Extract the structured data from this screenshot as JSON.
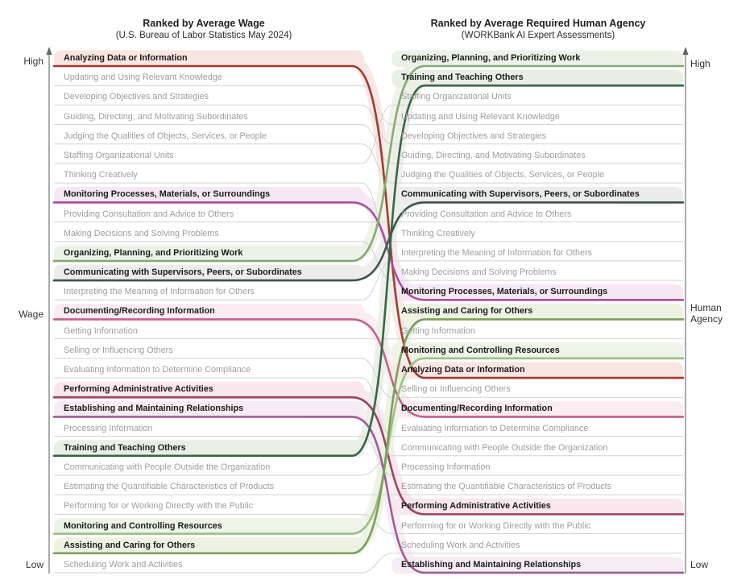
{
  "chart_data": {
    "type": "line",
    "subtype": "slopegraph_rank_comparison",
    "title_left": "Ranked by Average Wage",
    "subtitle_left": "(U.S. Bureau of Labor Statistics May 2024)",
    "title_right": "Ranked by Average Required Human Agency",
    "subtitle_right": "(WORKBank AI Expert Assessments)",
    "left_axis": {
      "high": "High",
      "mid": "Wage",
      "low": "Low"
    },
    "right_axis": {
      "high": "High",
      "mid": "Human Agency",
      "low": "Low"
    },
    "rank_range": [
      1,
      27
    ],
    "items": [
      {
        "label": "Analyzing Data or Information",
        "wage_rank": 1,
        "agency_rank": 17,
        "highlighted": true,
        "color": "#a23b31",
        "band": "#f8e6e3"
      },
      {
        "label": "Updating and Using Relevant Knowledge",
        "wage_rank": 2,
        "agency_rank": 4,
        "highlighted": false,
        "color": null,
        "band": null
      },
      {
        "label": "Developing Objectives and Strategies",
        "wage_rank": 3,
        "agency_rank": 5,
        "highlighted": false,
        "color": null,
        "band": null
      },
      {
        "label": "Guiding, Directing, and Motivating Subordinates",
        "wage_rank": 4,
        "agency_rank": 6,
        "highlighted": false,
        "color": null,
        "band": null
      },
      {
        "label": "Judging the Qualities of Objects, Services, or People",
        "wage_rank": 5,
        "agency_rank": 7,
        "highlighted": false,
        "color": null,
        "band": null
      },
      {
        "label": "Staffing Organizational Units",
        "wage_rank": 6,
        "agency_rank": 3,
        "highlighted": false,
        "color": null,
        "band": null
      },
      {
        "label": "Thinking Creatively",
        "wage_rank": 7,
        "agency_rank": 10,
        "highlighted": false,
        "color": null,
        "band": null
      },
      {
        "label": "Monitoring Processes, Materials, or Surroundings",
        "wage_rank": 8,
        "agency_rank": 13,
        "highlighted": true,
        "color": "#a8509e",
        "band": "#f5e8f3"
      },
      {
        "label": "Providing Consultation and Advice to Others",
        "wage_rank": 9,
        "agency_rank": 9,
        "highlighted": false,
        "color": null,
        "band": null
      },
      {
        "label": "Making Decisions and Solving Problems",
        "wage_rank": 10,
        "agency_rank": 12,
        "highlighted": false,
        "color": null,
        "band": null
      },
      {
        "label": "Organizing, Planning, and Prioritizing Work",
        "wage_rank": 11,
        "agency_rank": 1,
        "highlighted": true,
        "color": "#85aa77",
        "band": "#edf2e8"
      },
      {
        "label": "Communicating with Supervisors, Peers, or Subordinates",
        "wage_rank": 12,
        "agency_rank": 8,
        "highlighted": true,
        "color": "#40544a",
        "band": "#ececec"
      },
      {
        "label": "Interpreting the Meaning of Information for Others",
        "wage_rank": 13,
        "agency_rank": 11,
        "highlighted": false,
        "color": null,
        "band": null
      },
      {
        "label": "Documenting/Recording Information",
        "wage_rank": 14,
        "agency_rank": 19,
        "highlighted": true,
        "color": "#c5608b",
        "band": "#fbecf2"
      },
      {
        "label": "Getting Information",
        "wage_rank": 15,
        "agency_rank": 15,
        "highlighted": false,
        "color": null,
        "band": null
      },
      {
        "label": "Selling or Influencing Others",
        "wage_rank": 16,
        "agency_rank": 18,
        "highlighted": false,
        "color": null,
        "band": null
      },
      {
        "label": "Evaluating Information to Determine Compliance",
        "wage_rank": 17,
        "agency_rank": 20,
        "highlighted": false,
        "color": null,
        "band": null
      },
      {
        "label": "Performing Administrative Activities",
        "wage_rank": 18,
        "agency_rank": 24,
        "highlighted": true,
        "color": "#9e4264",
        "band": "#f8e7ed"
      },
      {
        "label": "Establishing and Maintaining Relationships",
        "wage_rank": 19,
        "agency_rank": 27,
        "highlighted": true,
        "color": "#9f5d95",
        "band": "#f5ecf4"
      },
      {
        "label": "Processing Information",
        "wage_rank": 20,
        "agency_rank": 22,
        "highlighted": false,
        "color": null,
        "band": null
      },
      {
        "label": "Training and Teaching Others",
        "wage_rank": 21,
        "agency_rank": 2,
        "highlighted": true,
        "color": "#3b6347",
        "band": "#e9efe5"
      },
      {
        "label": "Communicating with People Outside the Organization",
        "wage_rank": 22,
        "agency_rank": 21,
        "highlighted": false,
        "color": null,
        "band": null
      },
      {
        "label": "Estimating the Quantifiable Characteristics of Products",
        "wage_rank": 23,
        "agency_rank": 23,
        "highlighted": false,
        "color": null,
        "band": null
      },
      {
        "label": "Performing for or Working Directly with the Public",
        "wage_rank": 24,
        "agency_rank": 25,
        "highlighted": false,
        "color": null,
        "band": null
      },
      {
        "label": "Monitoring and Controlling Resources",
        "wage_rank": 25,
        "agency_rank": 16,
        "highlighted": true,
        "color": "#9cc083",
        "band": "#eff4e9"
      },
      {
        "label": "Assisting and Caring for Others",
        "wage_rank": 26,
        "agency_rank": 14,
        "highlighted": true,
        "color": "#7c9e5c",
        "band": "#edf2e2"
      },
      {
        "label": "Scheduling Work and Activities",
        "wage_rank": 27,
        "agency_rank": 26,
        "highlighted": false,
        "color": null,
        "band": null
      }
    ],
    "layout": {
      "grid": false,
      "legend": false
    },
    "colors": {
      "gray_line": "#d3d3d3",
      "muted_text": "#9e9e9e",
      "dark_text": "#1b1b1b",
      "axis": "#666666"
    }
  }
}
